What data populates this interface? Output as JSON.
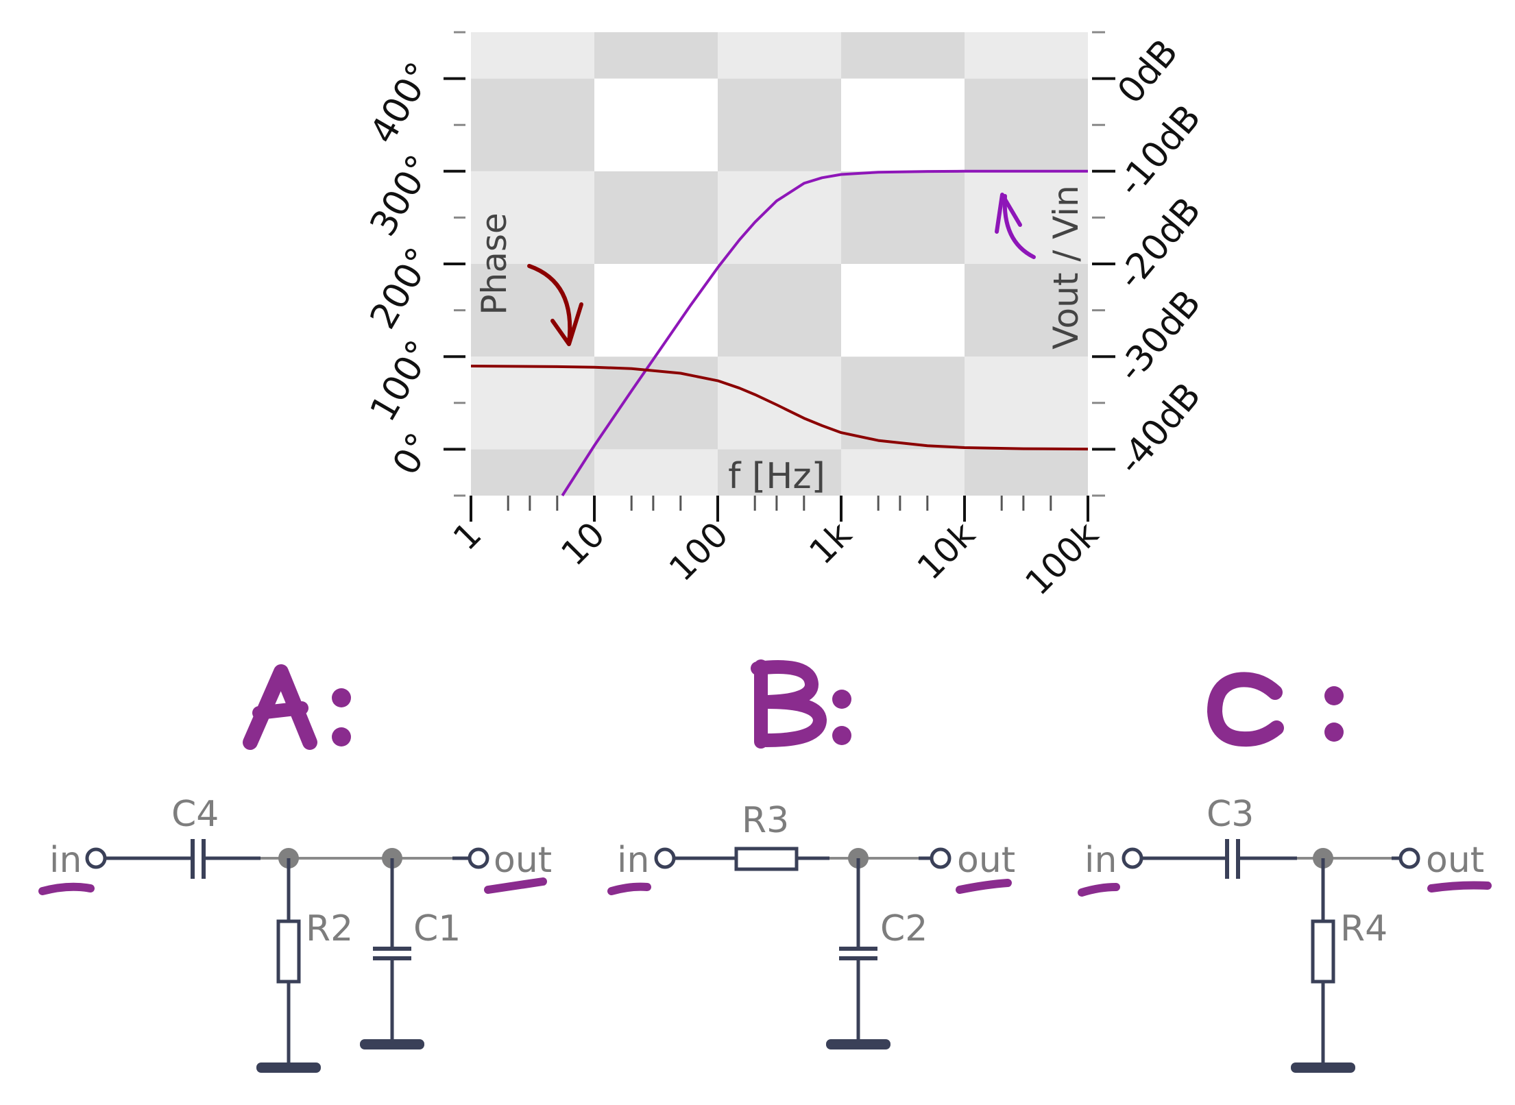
{
  "chart_data": {
    "type": "line",
    "x_scale": "log",
    "x": [
      1,
      10,
      100,
      1000,
      10000,
      100000
    ],
    "xlim": [
      1,
      100000
    ],
    "x_tick_labels": [
      "1",
      "10",
      "100",
      "1k",
      "10k",
      "100k"
    ],
    "xlabel": "f [Hz]",
    "ylabel_left": "Phase",
    "ylabel_right": "Vout / Vin",
    "ylim_left": [
      -50,
      450
    ],
    "ylim_right": [
      -45,
      5
    ],
    "y_left_ticks": [
      0,
      100,
      200,
      300,
      400
    ],
    "y_left_tick_labels": [
      "0°",
      "100°",
      "200°",
      "300°",
      "400°"
    ],
    "y_right_ticks": [
      -40,
      -30,
      -20,
      -10,
      0
    ],
    "y_right_tick_labels": [
      "-40dB",
      "-30dB",
      "-20dB",
      "-10dB",
      "0dB"
    ],
    "grid": true,
    "series": [
      {
        "axis": "right",
        "color": "#8e16b8",
        "x": [
          5.5,
          10,
          20,
          40,
          60,
          100,
          150,
          200,
          300,
          500,
          700,
          1000,
          2000,
          5000,
          10000,
          50000,
          100000
        ],
        "values": [
          -45,
          -39.6,
          -33.7,
          -27.9,
          -24.5,
          -20.4,
          -17.4,
          -15.5,
          -13.2,
          -11.3,
          -10.7,
          -10.35,
          -10.1,
          -10.02,
          -10,
          -10,
          -10
        ]
      },
      {
        "axis": "left",
        "color": "#8b0000",
        "x": [
          1,
          5,
          10,
          20,
          50,
          100,
          150,
          200,
          300,
          500,
          700,
          1000,
          2000,
          5000,
          10000,
          30000,
          100000
        ],
        "values": [
          89.8,
          89.1,
          88.5,
          87,
          82,
          74,
          66,
          59,
          48,
          33.5,
          25.5,
          18,
          9.5,
          3.8,
          1.8,
          0.6,
          0.2
        ]
      }
    ]
  },
  "circuits": [
    {
      "title": "A:",
      "in_label": "in",
      "out_label": "out",
      "components": {
        "series": "C4",
        "shunt1": "R2",
        "shunt2": "C1"
      }
    },
    {
      "title": "B:",
      "in_label": "in",
      "out_label": "out",
      "components": {
        "series": "R3",
        "shunt": "C2"
      }
    },
    {
      "title": "C:",
      "in_label": "in",
      "out_label": "out",
      "components": {
        "series": "C3",
        "shunt": "R4"
      }
    }
  ]
}
